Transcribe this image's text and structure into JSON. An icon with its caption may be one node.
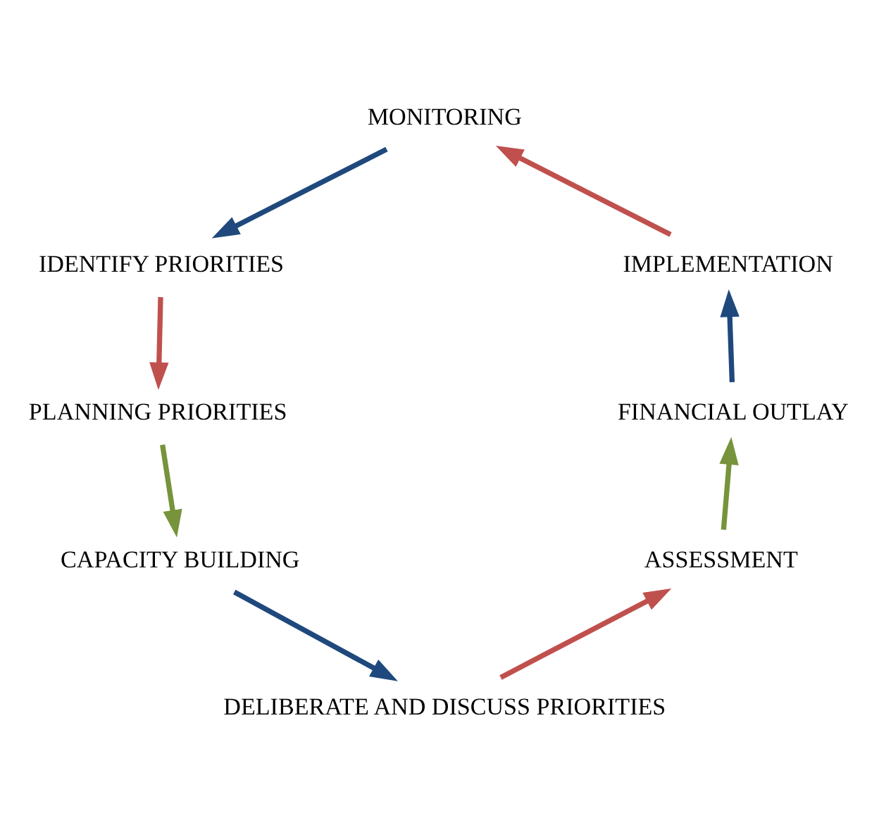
{
  "diagram": {
    "nodes": [
      {
        "text": [
          "MONITORING"
        ]
      },
      {
        "text": [
          "IDENTIFY PRIORITIES"
        ]
      },
      {
        "text": [
          "IMPLEMENTATION"
        ]
      },
      {
        "text": [
          "PLANNING PRIORITIES"
        ]
      },
      {
        "text": [
          "FINANCIAL OUTLAY"
        ]
      },
      {
        "text": [
          "CAPACITY BUILDING"
        ]
      },
      {
        "text": [
          "ASSESSMENT"
        ]
      },
      {
        "text": [
          "DELIBERATE AND DISCUSS PRIORITIES"
        ]
      }
    ],
    "edges": [
      {
        "from": 0,
        "to": 1,
        "arrow": "to",
        "color": "#1f497d"
      },
      {
        "from": 1,
        "to": 3,
        "arrow": "to",
        "color": "#c0504d"
      },
      {
        "from": 3,
        "to": 5,
        "arrow": "to",
        "color": "#77933c"
      },
      {
        "from": 5,
        "to": 7,
        "arrow": "to",
        "color": "#1f497d"
      },
      {
        "from": 7,
        "to": 6,
        "arrow": "to",
        "color": "#c0504d"
      },
      {
        "from": 6,
        "to": 4,
        "arrow": "to",
        "color": "#77933c"
      },
      {
        "from": 4,
        "to": 2,
        "arrow": "to",
        "color": "#1f497d"
      },
      {
        "from": 2,
        "to": 0,
        "arrow": "to",
        "color": "#c0504d"
      }
    ]
  }
}
